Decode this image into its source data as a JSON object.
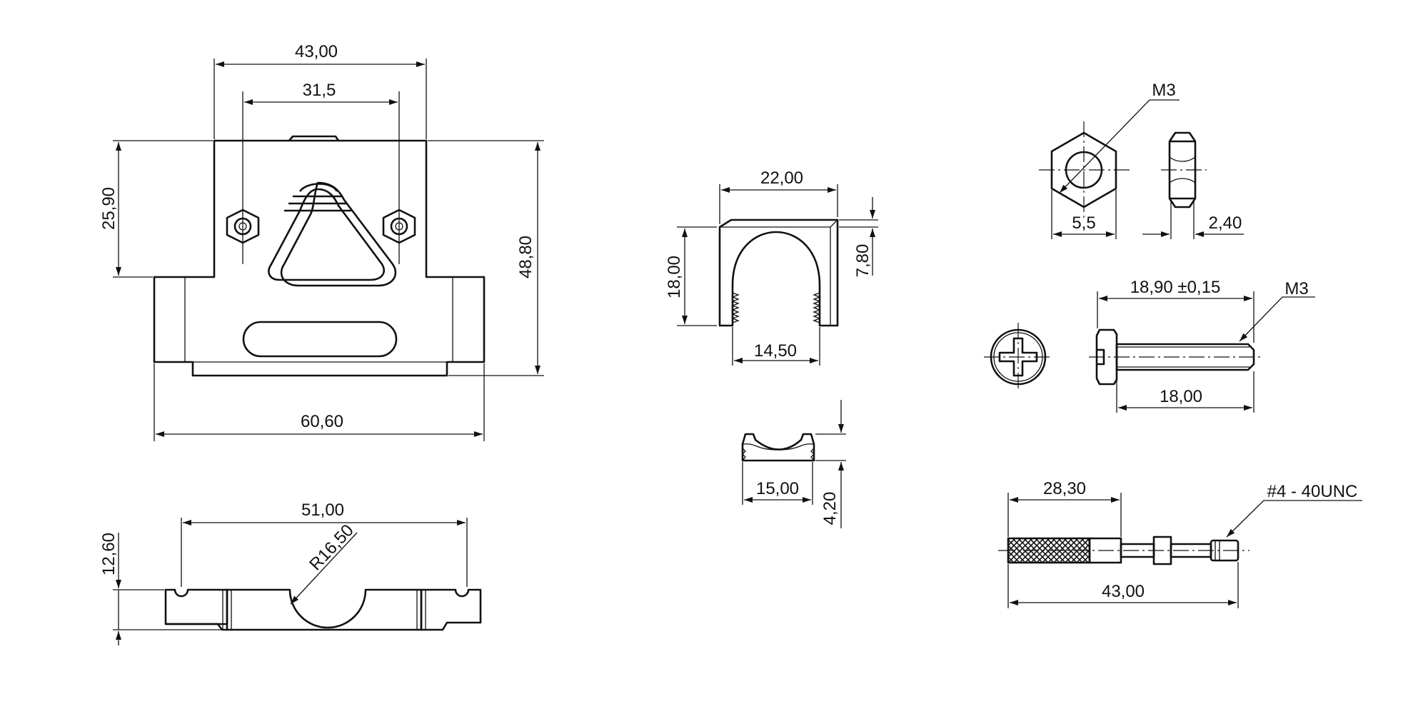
{
  "dimensions": {
    "hood_top_width": "43,00",
    "hood_screw_pitch": "31,5",
    "hood_upper_height": "25,90",
    "hood_total_height": "48,80",
    "hood_flange_width": "60,60",
    "hood_side_length": "51,00",
    "hood_side_radius": "R16,50",
    "hood_side_height": "12,60",
    "clamp_width": "22,00",
    "clamp_height": "18,00",
    "clamp_top_thickness": "7,80",
    "clamp_opening": "14,50",
    "saddle_width": "15,00",
    "saddle_height": "4,20",
    "nut_thread": "M3",
    "nut_width": "5,5",
    "nut_thickness": "2,40",
    "screw_length": "18,90 ±0,15",
    "screw_thread": "M3",
    "screw_thread_length": "18,00",
    "jackscrew_knurl_length": "28,30",
    "jackscrew_thread": "#4 - 40UNC",
    "jackscrew_total_length": "43,00"
  }
}
